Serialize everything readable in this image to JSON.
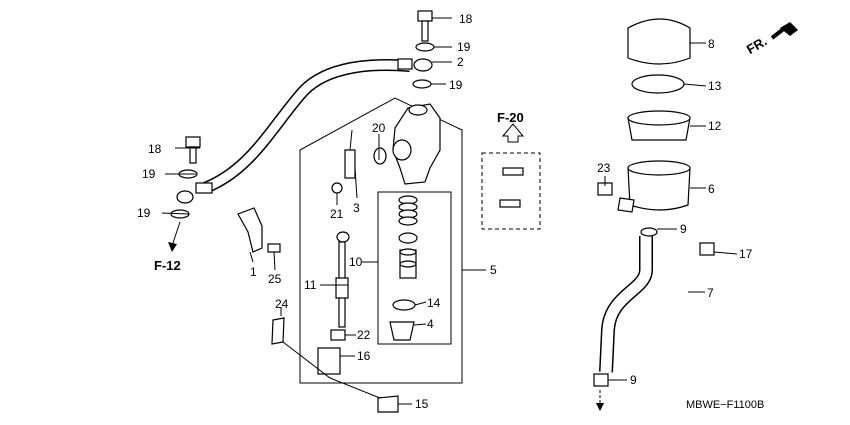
{
  "callouts": {
    "p1": "1",
    "p2": "2",
    "p3": "3",
    "p4": "4",
    "p5": "5",
    "p6": "6",
    "p7": "7",
    "p8": "8",
    "p9a": "9",
    "p9b": "9",
    "p10": "10",
    "p11": "11",
    "p12": "12",
    "p13": "13",
    "p14": "14",
    "p15": "15",
    "p16": "16",
    "p17": "17",
    "p18a": "18",
    "p18b": "18",
    "p19a": "19",
    "p19b": "19",
    "p19c": "19",
    "p19d": "19",
    "p20": "20",
    "p21": "21",
    "p22": "22",
    "p23": "23",
    "p24": "24",
    "p25": "25"
  },
  "refs": {
    "f12": "F-12",
    "f20": "F-20",
    "fr": "FR."
  },
  "diagram_code": "MBWE−F1100B"
}
